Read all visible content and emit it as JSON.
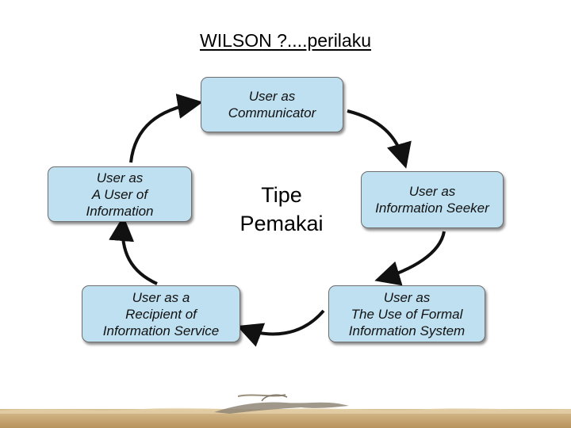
{
  "title": "WILSON ?....perilaku",
  "center_label": "Tipe\nPemakai",
  "nodes": {
    "communicator": "User as\nCommunicator",
    "seeker": "User as\nInformation Seeker",
    "formal_system": "User as\nThe Use of Formal\nInformation System",
    "recipient": "User as a\nRecipient of\nInformation Service",
    "user_of_info": "User as\nA User of\nInformation"
  },
  "colors": {
    "node_fill": "#bfe0f0",
    "node_border": "#6e6e6e",
    "arrow": "#111111",
    "ground": "#c8a673"
  }
}
